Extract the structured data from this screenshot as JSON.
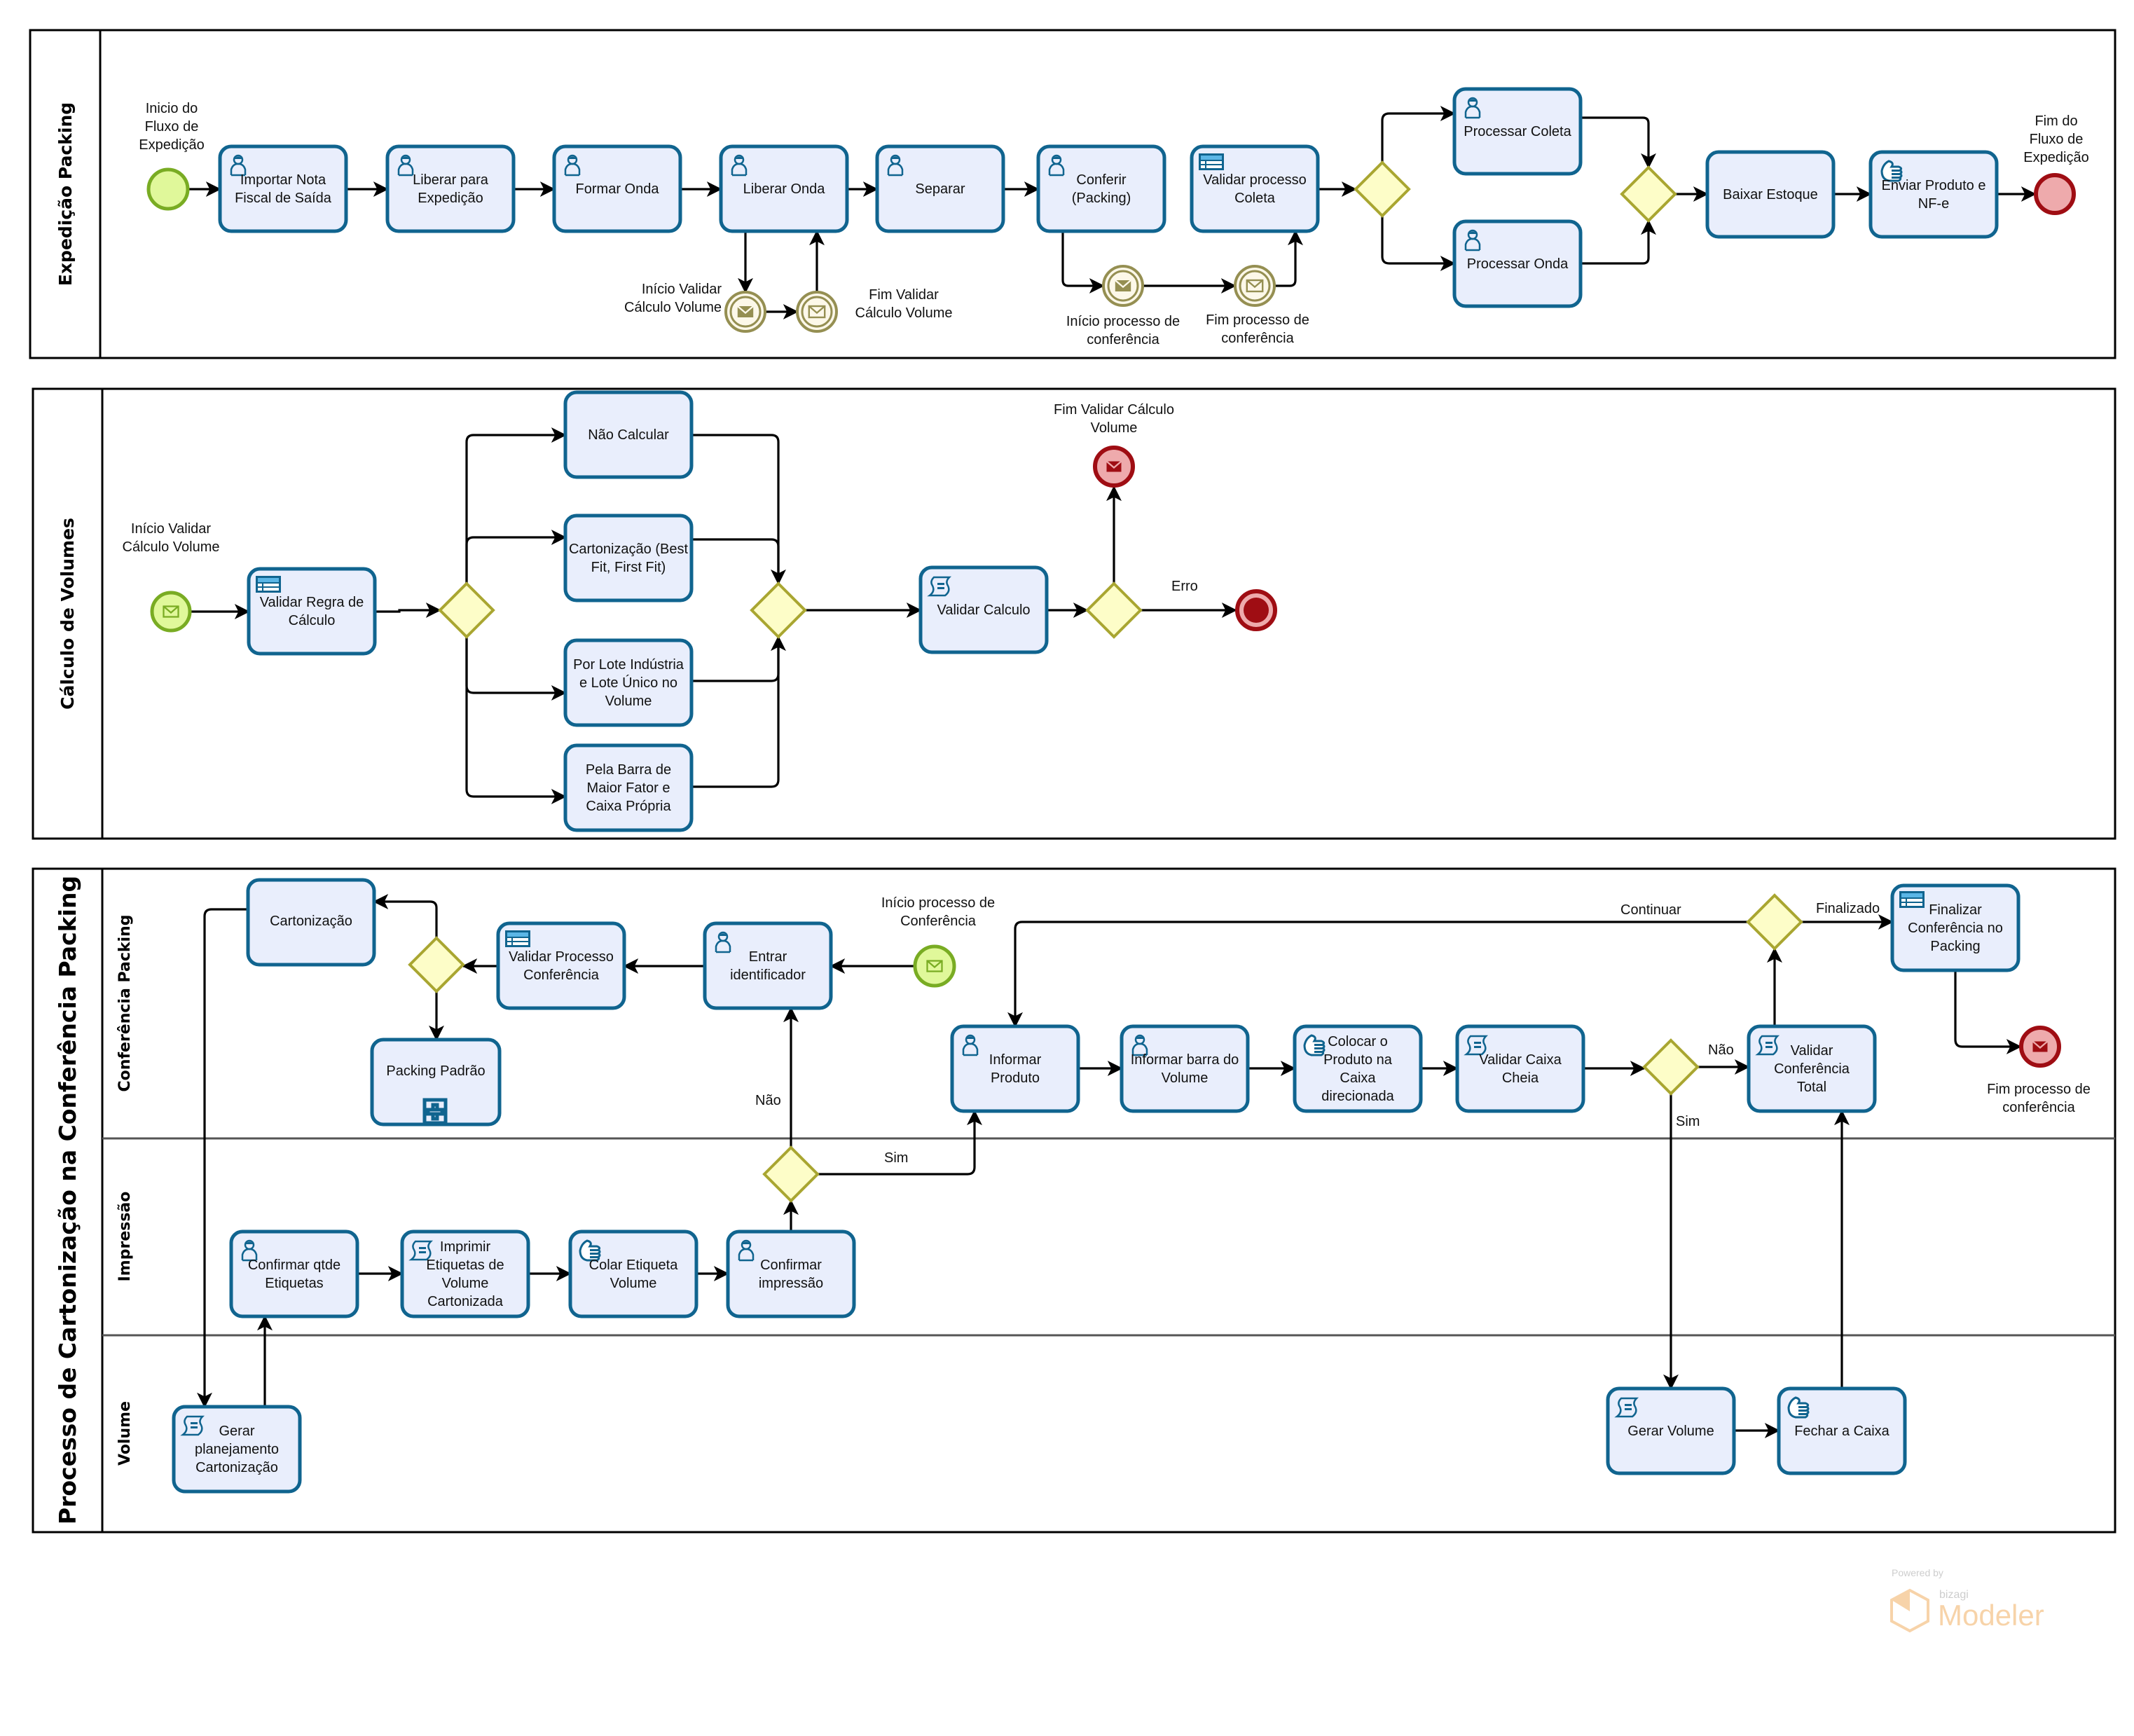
{
  "pools": [
    {
      "title": "Expedição Packing",
      "events": {
        "start": "Inicio do Fluxo de Expedição",
        "end": "Fim do Fluxo de Expedição",
        "inicio_validar": "Início Validar Cálculo Volume",
        "fim_validar": "Fim Validar Cálculo Volume",
        "inicio_conf": "Início processo de conferência",
        "fim_conf": "Fim processo de conferência"
      },
      "tasks": {
        "importar": "Importar Nota Fiscal de Saída",
        "liberar_exp": "Liberar para Expedição",
        "formar_onda": "Formar Onda",
        "liberar_onda": "Liberar Onda",
        "separar": "Separar",
        "conferir": "Conferir (Packing)",
        "validar_coleta": "Validar processo Coleta",
        "processar_coleta": "Processar Coleta",
        "processar_onda": "Processar Onda",
        "baixar_estoque": "Baixar Estoque",
        "enviar": "Enviar Produto e NF-e"
      }
    },
    {
      "title": "Cálculo de Volumes",
      "events": {
        "start": "Início Validar Cálculo Volume",
        "end_msg": "Fim Validar Cálculo Volume"
      },
      "tasks": {
        "validar_regra": "Validar Regra de Cálculo",
        "nao_calcular": "Não Calcular",
        "cartonizacao": "Cartonização (Best Fit, First Fit)",
        "por_lote": "Por Lote Indústria e Lote Único no Volume",
        "pela_barra": "Pela Barra de Maior Fator e Caixa Própria",
        "validar_calculo": "Validar Calculo"
      },
      "flows": {
        "erro": "Erro"
      }
    },
    {
      "title": "Processo de Cartonização na Conferência Packing",
      "lanes": [
        "Conferência Packing",
        "Impressão",
        "Volume"
      ],
      "events": {
        "start": "Início processo de Conferência",
        "end": "Fim processo de conferência"
      },
      "tasks": {
        "cartonizacao": "Cartonização",
        "validar_processo": "Validar Processo Conferência",
        "entrar_id": "Entrar identificador",
        "packing_padrao": "Packing Padrão",
        "informar_produto": "Informar Produto",
        "informar_barra": "Informar barra do Volume",
        "colocar": "Colocar o Produto na Caixa direcionada",
        "validar_caixa": "Validar Caixa Cheia",
        "validar_total": "Validar Conferência Total",
        "finalizar": "Finalizar Conferência no Packing",
        "confirmar_qtde": "Confirmar qtde Etiquetas",
        "imprimir": "Imprimir Etiquetas de Volume Cartonizada",
        "colar": "Colar Etiqueta Volume",
        "confirmar_impressao": "Confirmar impressão",
        "gerar_planejamento": "Gerar planejamento Cartonização",
        "gerar_volume": "Gerar Volume",
        "fechar_caixa": "Fechar a Caixa"
      },
      "flows": {
        "nao_1": "Não",
        "sim_1": "Sim",
        "continuar": "Continuar",
        "finalizado": "Finalizado",
        "nao_2": "Não",
        "sim_2": "Sim"
      }
    }
  ],
  "watermark": {
    "powered_by": "Powered by",
    "brand": "bizagi",
    "product": "Modeler"
  }
}
